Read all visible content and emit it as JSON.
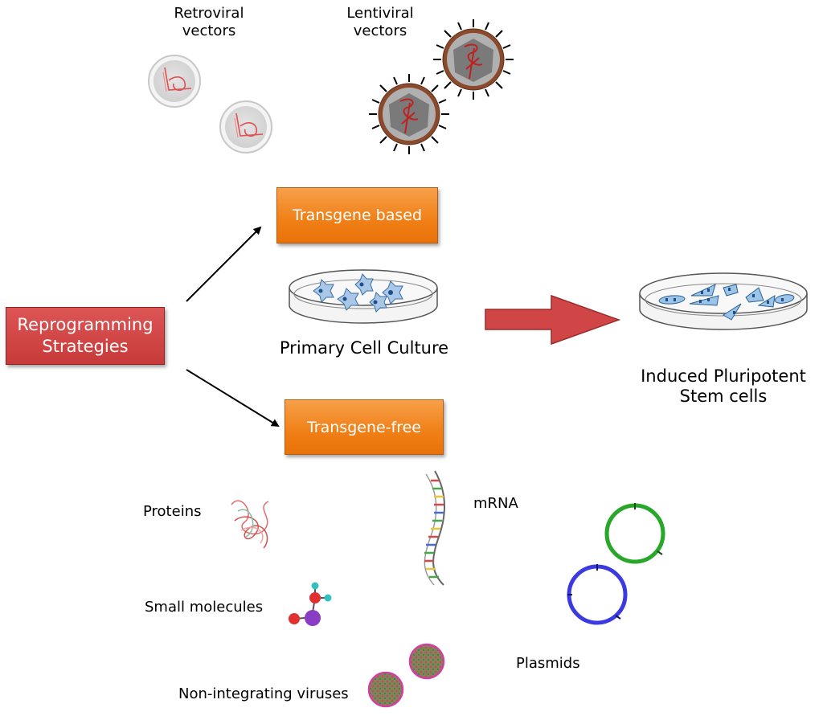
{
  "strategy_box": {
    "line1": "Reprogramming",
    "line2": "Strategies"
  },
  "transgene_based": {
    "label": "Transgene based"
  },
  "transgene_free": {
    "label": "Transgene-free"
  },
  "primary_culture": {
    "label": "Primary Cell Culture"
  },
  "ipsc": {
    "line1": "Induced Pluripotent",
    "line2": "Stem cells"
  },
  "vectors": {
    "retroviral": {
      "line1": "Retroviral",
      "line2": "vectors"
    },
    "lentiviral": {
      "line1": "Lentiviral",
      "line2": "vectors"
    }
  },
  "methods": {
    "proteins": "Proteins",
    "mrna": "mRNA",
    "small_molecules": "Small molecules",
    "plasmids": "Plasmids",
    "non_integrating_viruses": "Non-integrating viruses"
  },
  "colors": {
    "orange": "#f07f16",
    "red": "#c83a3a",
    "plasmid_green": "#28a828",
    "plasmid_blue": "#3a3ae0",
    "lentivirus_brown": "#8b4a2b",
    "arrow_red": "#d04646"
  }
}
